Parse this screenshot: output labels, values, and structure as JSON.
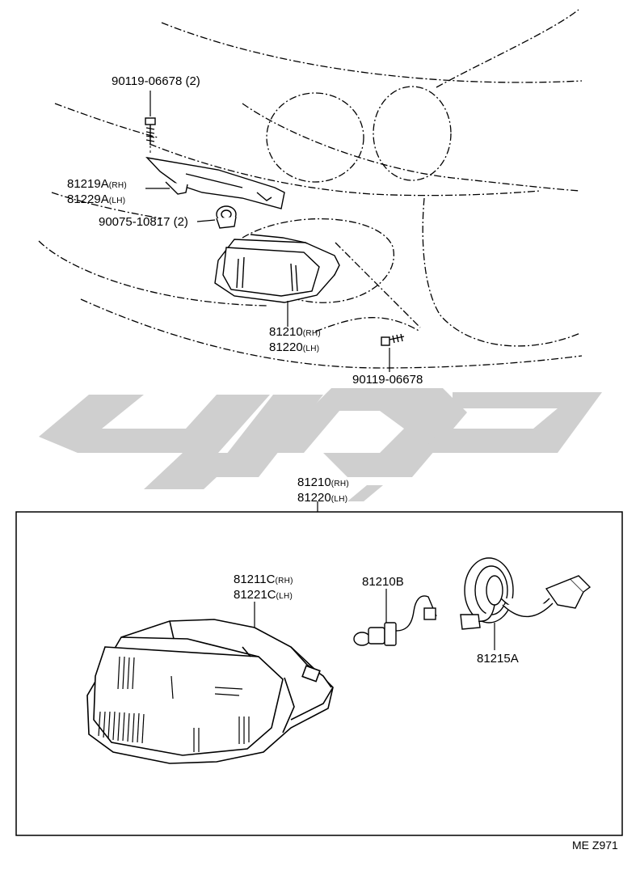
{
  "labels": {
    "bolt_top": "90119-06678 (2)",
    "bracket_rh": "81219A",
    "bracket_rh_side": "(RH)",
    "bracket_lh": "81229A",
    "bracket_lh_side": "(LH)",
    "clip": "90075-10817 (2)",
    "lamp_rh": "81210",
    "lamp_rh_side": "(RH)",
    "lamp_lh": "81220",
    "lamp_lh_side": "(LH)",
    "bolt_bottom": "90119-06678",
    "assy_rh": "81210",
    "assy_rh_side": "(RH)",
    "assy_lh": "81220",
    "assy_lh_side": "(LH)",
    "unit_rh": "81211C",
    "unit_rh_side": "(RH)",
    "unit_lh": "81221C",
    "unit_lh_side": "(LH)",
    "bulb": "81210B",
    "socket": "81215A"
  },
  "reference": "ME Z971",
  "watermark": {
    "color": "#cfcfcf",
    "icon": "arabic-logotype-watermark"
  }
}
